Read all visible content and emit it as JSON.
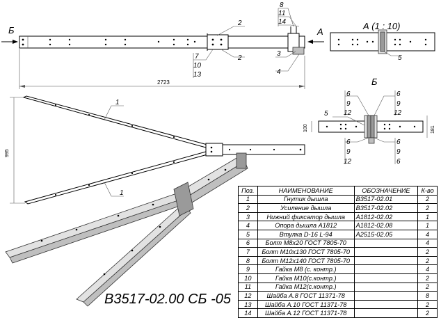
{
  "views": {
    "view_b_arrow": "Б",
    "view_a_arrow": "А",
    "view_a_title": "А (1 : 10)",
    "view_b_title": "Б"
  },
  "dimensions": {
    "overall_length": "2723",
    "left_height": "995",
    "view_b_width": "100",
    "view_b_right": "181"
  },
  "callouts": {
    "top": [
      "2",
      "8",
      "11",
      "14",
      "2",
      "7",
      "10",
      "13",
      "3",
      "4"
    ],
    "view_a": [
      "5"
    ],
    "plan": [
      "1",
      "1"
    ],
    "view_b": [
      "6",
      "9",
      "12",
      "6",
      "9",
      "12",
      "5",
      "6",
      "9",
      "12",
      "6",
      "9",
      "6"
    ]
  },
  "designation": "В3517-02.00 СБ -05",
  "parts_table": {
    "headers": [
      "Поз.",
      "НАИМЕНОВАНИЕ",
      "ОБОЗНАЧЕНИЕ",
      "К-во"
    ],
    "rows": [
      [
        "1",
        "Гнутик дышла",
        "В3517-02.01",
        "2"
      ],
      [
        "2",
        "Усиление дышла",
        "В3517-02.02",
        "2"
      ],
      [
        "3",
        "Нижний фиксатор дышла",
        "А1812-02.02",
        "1"
      ],
      [
        "4",
        "Опора дышла А1812",
        "А1812-02.08",
        "1"
      ],
      [
        "5",
        "Втулка D-16 L-94",
        "А2515-02.05",
        "4"
      ],
      [
        "6",
        "Болт М8х20 ГОСТ 7805-70",
        "",
        "4"
      ],
      [
        "7",
        "Болт М10х130 ГОСТ 7805-70",
        "",
        "2"
      ],
      [
        "8",
        "Болт М12х140 ГОСТ 7805-70",
        "",
        "2"
      ],
      [
        "9",
        "Гайка М8 (с. контр.)",
        "",
        "4"
      ],
      [
        "10",
        "Гайка М10(с.контр.)",
        "",
        "2"
      ],
      [
        "11",
        "Гайка М12(с.контр.)",
        "",
        "2"
      ],
      [
        "12",
        "Шайба А.8 ГОСТ 11371-78",
        "",
        "8"
      ],
      [
        "13",
        "Шайба А.10 ГОСТ 11371-78",
        "",
        "2"
      ],
      [
        "14",
        "Шайба А.12 ГОСТ 11371-78",
        "",
        "2"
      ]
    ]
  }
}
